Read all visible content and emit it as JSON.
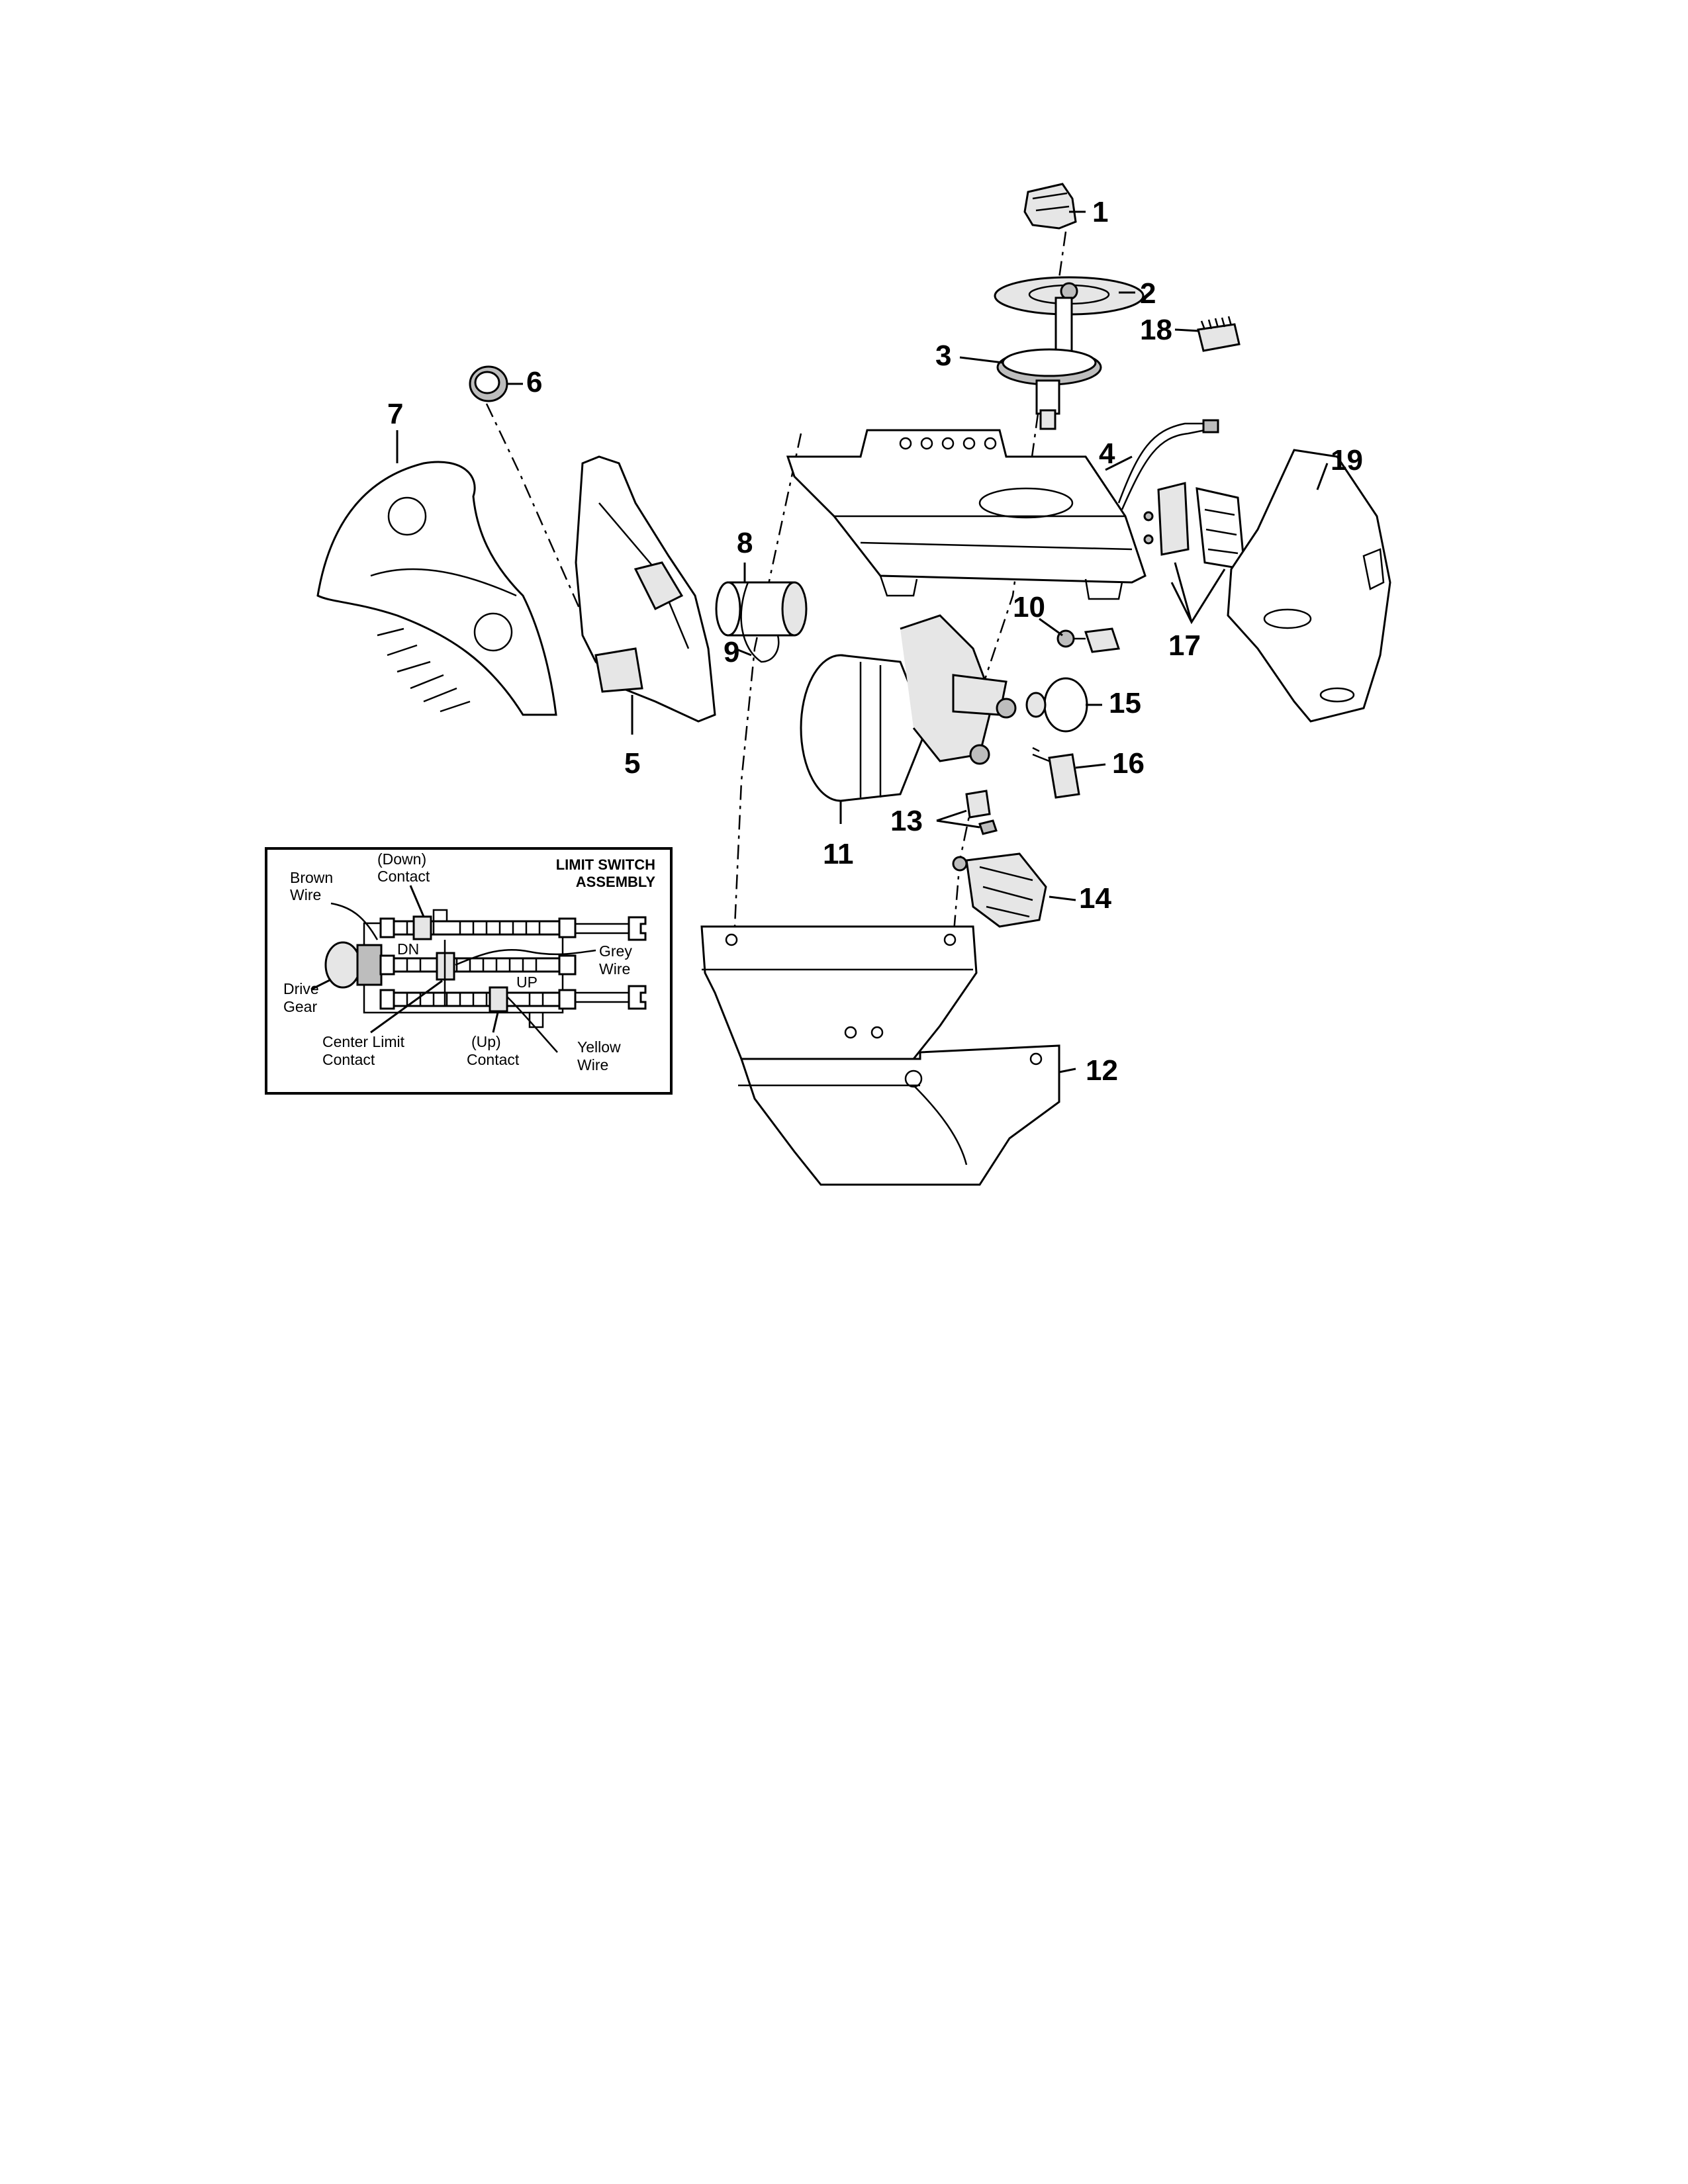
{
  "callouts": [
    "1",
    "2",
    "3",
    "4",
    "5",
    "6",
    "7",
    "8",
    "9",
    "10",
    "11",
    "12",
    "13",
    "14",
    "15",
    "16",
    "17",
    "18",
    "19"
  ],
  "inset": {
    "title_line1": "LIMIT SWITCH",
    "title_line2": "ASSEMBLY",
    "labels": {
      "brown_wire_1": "Brown",
      "brown_wire_2": "Wire",
      "down_contact_1": "(Down)",
      "down_contact_2": "Contact",
      "grey_wire_1": "Grey",
      "grey_wire_2": "Wire",
      "drive_gear_1": "Drive",
      "drive_gear_2": "Gear",
      "center_limit_1": "Center Limit",
      "center_limit_2": "Contact",
      "up_contact_1": "(Up)",
      "up_contact_2": "Contact",
      "yellow_wire_1": "Yellow",
      "yellow_wire_2": "Wire",
      "dn_mark": "DN",
      "up_mark": "UP"
    }
  }
}
